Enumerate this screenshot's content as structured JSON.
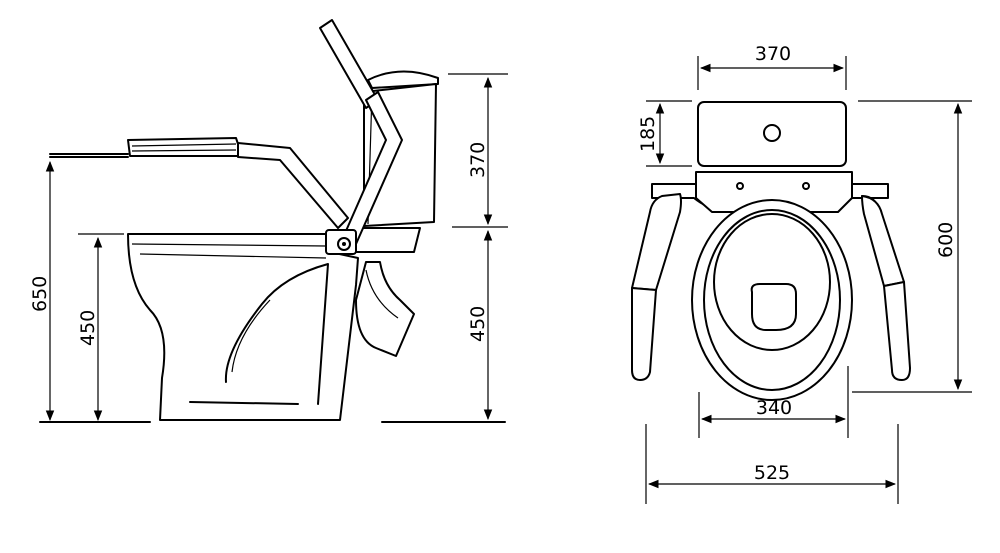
{
  "colors": {
    "ink": "#000000",
    "paper": "#ffffff"
  },
  "side_view": {
    "dim_total_height": "650",
    "dim_seat_height": "450",
    "dim_tank_height": "370",
    "dim_bowl_height": "450"
  },
  "front_view": {
    "dim_tank_width": "370",
    "dim_tank_depth": "185",
    "dim_overall_height": "600",
    "dim_bowl_width": "340",
    "dim_overall_width": "525"
  }
}
